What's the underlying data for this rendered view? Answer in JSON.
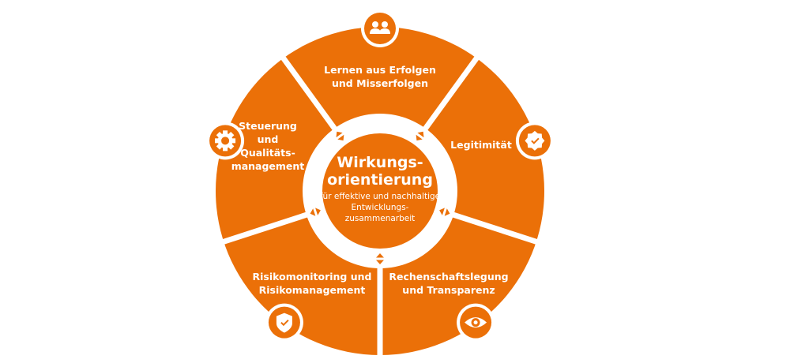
{
  "colors": {
    "accent": "#EB7008",
    "background": "#FFFFFF"
  },
  "center": {
    "title_line1": "Wirkungs-",
    "title_line2": "orientierung",
    "subtitle_line1": "für effektive und nachhaltige",
    "subtitle_line2": "Entwicklungs-",
    "subtitle_line3": "zusammenarbeit"
  },
  "segments": [
    {
      "lines": [
        "Lernen aus Erfolgen",
        "und Misserfolgen"
      ],
      "icon": "people-icon"
    },
    {
      "lines": [
        "Legitimität"
      ],
      "icon": "badge-check-icon"
    },
    {
      "lines": [
        "Rechenschaftslegung",
        "und Transparenz"
      ],
      "icon": "eye-icon"
    },
    {
      "lines": [
        "Risikomonitoring und",
        "Risikomanagement"
      ],
      "icon": "shield-check-icon"
    },
    {
      "lines": [
        "Steuerung",
        "und",
        "Qualitäts-",
        "management"
      ],
      "icon": "gear-icon"
    }
  ]
}
